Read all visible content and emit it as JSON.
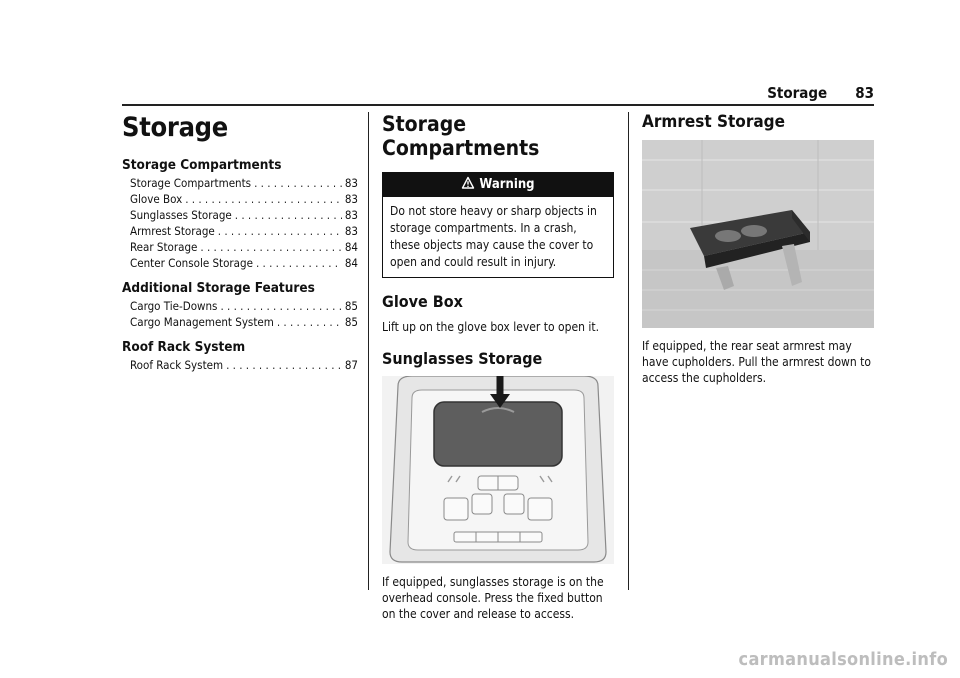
{
  "header": {
    "section": "Storage",
    "page_number": "83"
  },
  "toc": {
    "title": "Storage",
    "sections": [
      {
        "heading": "Storage Compartments",
        "items": [
          {
            "label": "Storage Compartments",
            "page": "83"
          },
          {
            "label": "Glove Box",
            "page": "83"
          },
          {
            "label": "Sunglasses Storage",
            "page": "83"
          },
          {
            "label": "Armrest Storage",
            "page": "83"
          },
          {
            "label": "Rear Storage",
            "page": "84"
          },
          {
            "label": "Center Console Storage",
            "page": "84"
          }
        ]
      },
      {
        "heading": "Additional Storage Features",
        "items": [
          {
            "label": "Cargo Tie-Downs",
            "page": "85"
          },
          {
            "label": "Cargo Management System",
            "page": "85"
          }
        ]
      },
      {
        "heading": "Roof Rack System",
        "items": [
          {
            "label": "Roof Rack System",
            "page": "87"
          }
        ]
      }
    ]
  },
  "middle": {
    "title": "Storage Compartments",
    "warning": {
      "label": "Warning",
      "text": "Do not store heavy or sharp objects in storage compartments. In a crash, these objects may cause the cover to open and could result in injury."
    },
    "glove_box": {
      "title": "Glove Box",
      "text": "Lift up on the glove box lever to open it."
    },
    "sunglasses": {
      "title": "Sunglasses Storage",
      "text": "If equipped, sunglasses storage is on the overhead console. Press the fixed button on the cover and release to access."
    }
  },
  "right": {
    "title": "Armrest Storage",
    "text": "If equipped, the rear seat armrest may have cupholders. Pull the armrest down to access the cupholders."
  },
  "watermark": "carmanualsonline.info"
}
